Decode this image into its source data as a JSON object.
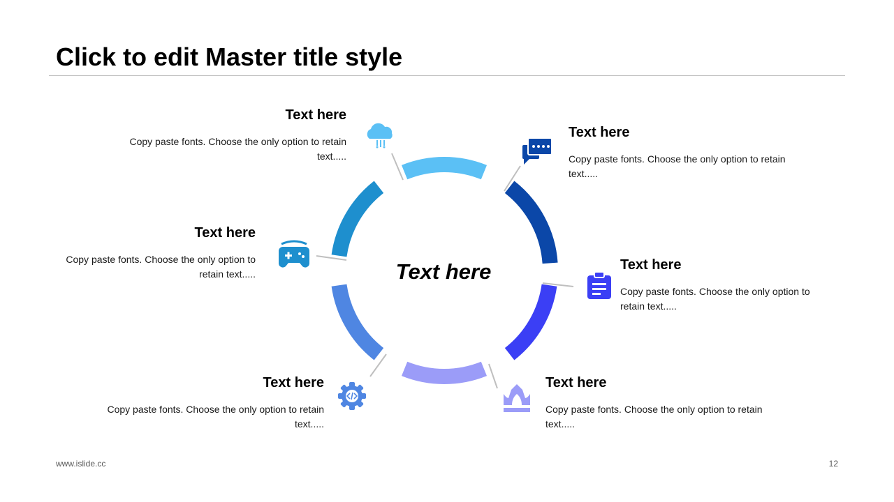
{
  "title": "Click to edit Master title style",
  "center": "Text here",
  "items": [
    {
      "heading": "Text here",
      "body": "Copy paste fonts. Choose the only option to retain text.....",
      "icon": "cloud-icon",
      "color": "#5bc0f5"
    },
    {
      "heading": "Text here",
      "body": "Copy paste fonts. Choose the only option to retain text.....",
      "icon": "chat-icon",
      "color": "#0b47a8"
    },
    {
      "heading": "Text here",
      "body": "Copy paste fonts. Choose the only option to retain text.....",
      "icon": "clipboard-icon",
      "color": "#3b3ff5"
    },
    {
      "heading": "Text here",
      "body": "Copy paste fonts. Choose the only option to retain text.....",
      "icon": "crown-icon",
      "color": "#9b9cf8"
    },
    {
      "heading": "Text here",
      "body": "Copy paste fonts. Choose the only option to retain text.....",
      "icon": "gear-code-icon",
      "color": "#4f86e2"
    },
    {
      "heading": "Text here",
      "body": "Copy paste fonts. Choose the only option to retain text.....",
      "icon": "gamepad-icon",
      "color": "#1e8fce"
    }
  ],
  "footer": {
    "website": "www.islide.cc",
    "page_number": "12"
  }
}
